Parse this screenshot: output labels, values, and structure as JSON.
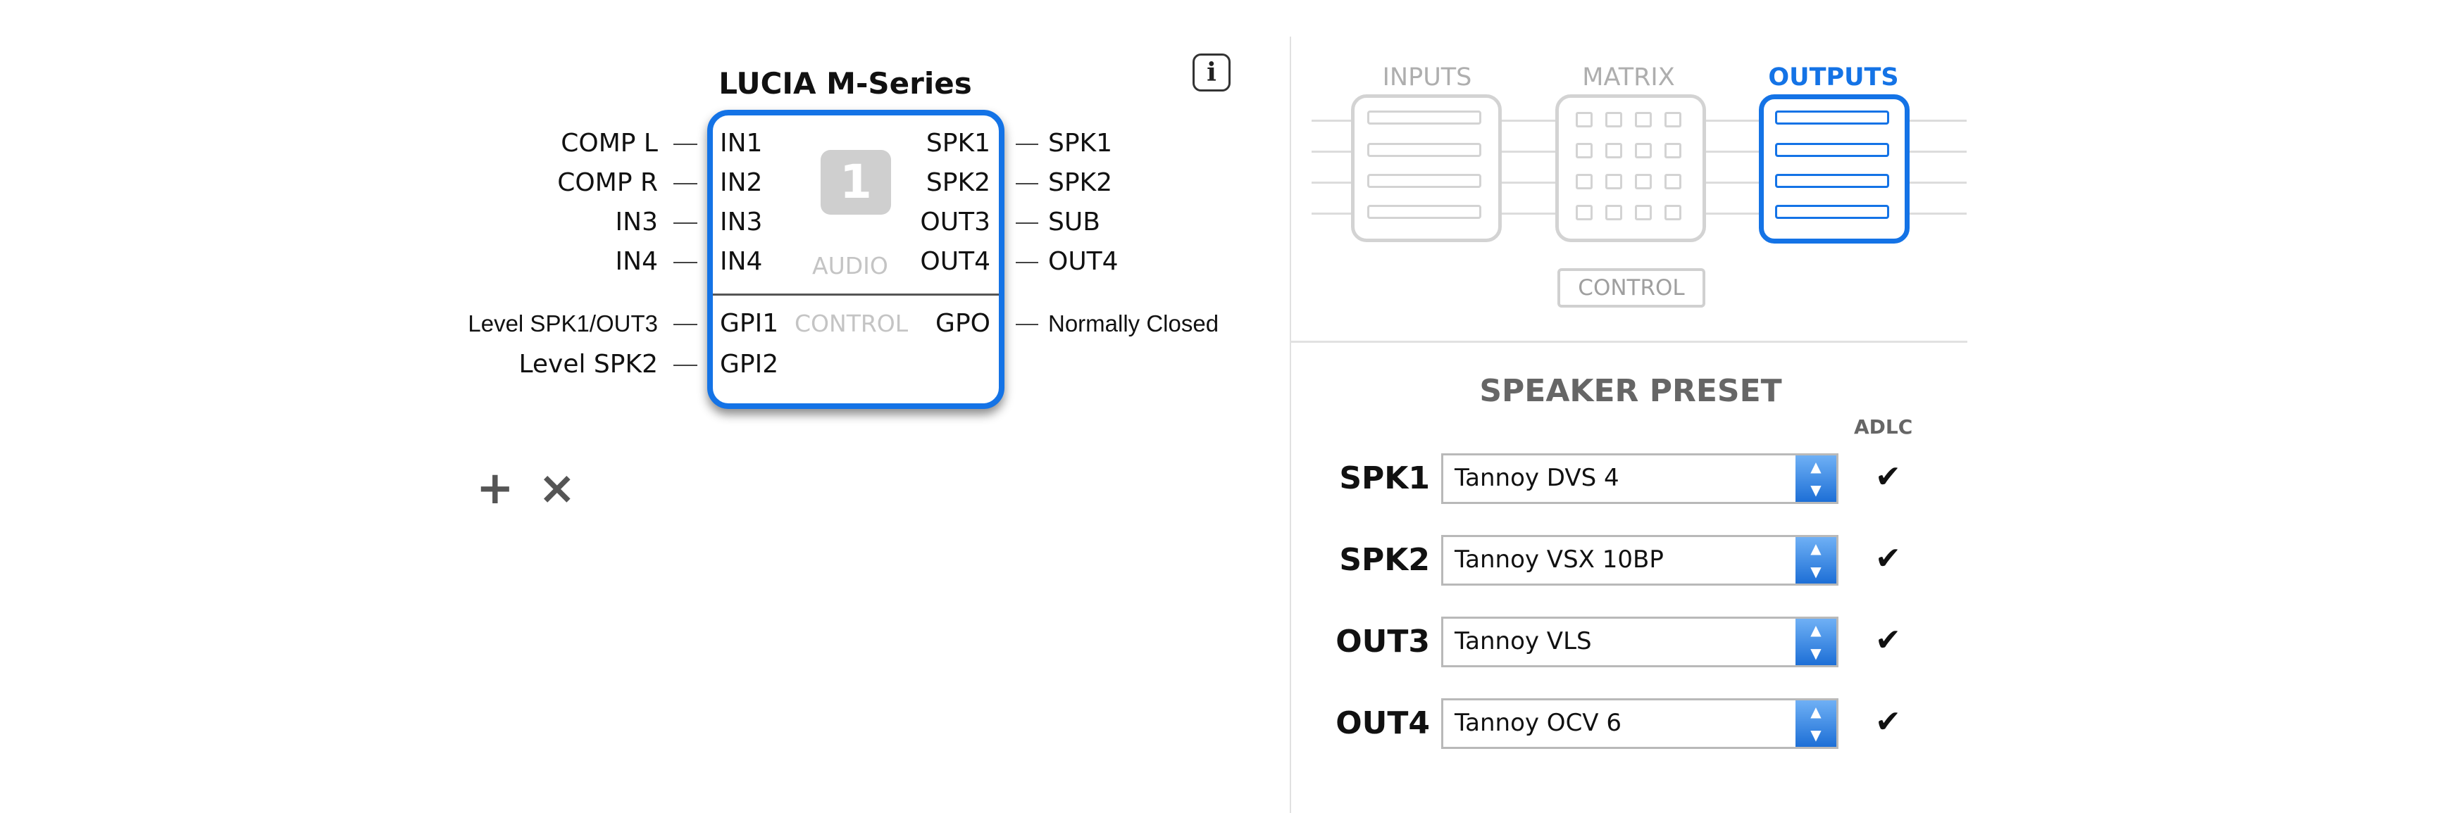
{
  "device": {
    "title": "LUCIA M-Series",
    "badge": "1",
    "audio_label": "AUDIO",
    "control_label": "CONTROL",
    "inputs": [
      "IN1",
      "IN2",
      "IN3",
      "IN4"
    ],
    "outputs": [
      "SPK1",
      "SPK2",
      "OUT3",
      "OUT4"
    ],
    "gpi": [
      "GPI1",
      "GPI2"
    ],
    "gpo": "GPO"
  },
  "connections": {
    "inputs": [
      "COMP L",
      "COMP R",
      "IN3",
      "IN4"
    ],
    "outputs": [
      "SPK1",
      "SPK2",
      "SUB",
      "OUT4"
    ],
    "gpi": [
      "Level SPK1/OUT3",
      "Level SPK2"
    ],
    "gpo": "Normally Closed"
  },
  "toolbar": {
    "add_icon": "+",
    "remove_icon": "×"
  },
  "info_button": {
    "label": "i"
  },
  "routing": {
    "tabs": [
      {
        "label": "INPUTS",
        "active": false
      },
      {
        "label": "MATRIX",
        "active": false
      },
      {
        "label": "OUTPUTS",
        "active": true
      }
    ],
    "control_label": "CONTROL"
  },
  "speaker_preset": {
    "title": "SPEAKER PRESET",
    "adlc_header": "ADLC",
    "rows": [
      {
        "output": "SPK1",
        "preset": "Tannoy DVS 4",
        "adlc": "✔"
      },
      {
        "output": "SPK2",
        "preset": "Tannoy VSX 10BP",
        "adlc": "✔"
      },
      {
        "output": "OUT3",
        "preset": "Tannoy VLS",
        "adlc": "✔"
      },
      {
        "output": "OUT4",
        "preset": "Tannoy OCV 6",
        "adlc": "✔"
      }
    ]
  },
  "colors": {
    "accent": "#1473e6",
    "inactive": "#d3d3d3"
  }
}
